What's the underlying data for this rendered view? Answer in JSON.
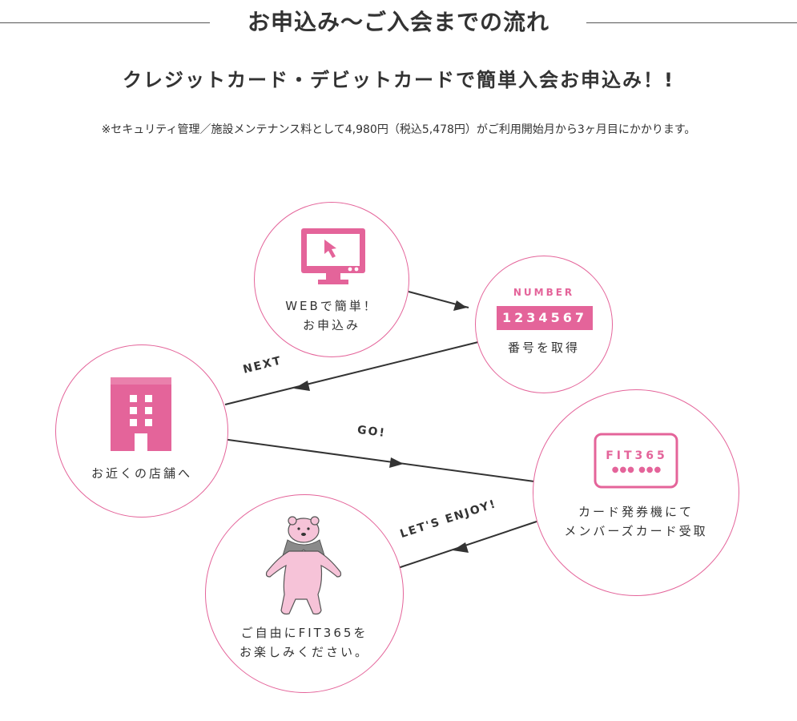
{
  "header": {
    "title": "お申込み〜ご入会までの流れ",
    "subtitle": "クレジットカード・デビットカードで簡単入会お申込み！!",
    "note": "※セキュリティ管理／施設メンテナンス料として4,980円（税込5,478円）がご利用開始月から3ヶ月目にかかります。"
  },
  "steps": {
    "web": {
      "label1": "WEBで簡単！",
      "label2": "お申込み",
      "icon": "monitor-cursor-icon"
    },
    "number": {
      "caption": "NUMBER",
      "digits": "1234567",
      "label": "番号を取得"
    },
    "store": {
      "label": "お近くの店舗へ",
      "icon": "building-icon"
    },
    "machine": {
      "screen_text": "FIT365",
      "dots": "●●● ●●●",
      "label1": "カード発券機にて",
      "label2": "メンバーズカード受取",
      "icon": "card-machine-icon"
    },
    "enjoy": {
      "label1": "ご自由にFIT365を",
      "label2": "お楽しみください。",
      "icon": "polar-bear-icon"
    }
  },
  "arrows": {
    "next": "NEXT",
    "go": "GO!",
    "enjoy": "LET'S ENJOY!"
  },
  "colors": {
    "accent": "#e4649a",
    "bear": "#f6c3d8",
    "text": "#333333"
  }
}
